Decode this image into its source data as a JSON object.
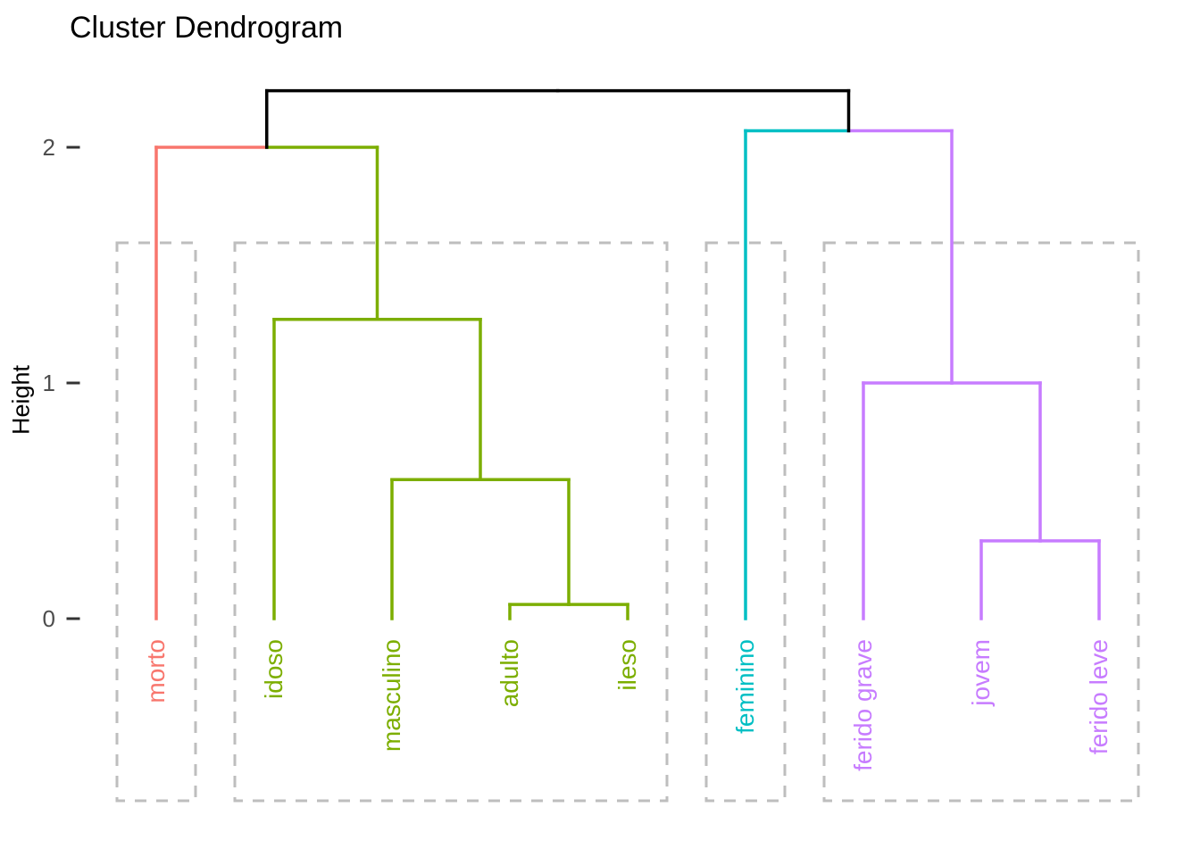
{
  "figure": {
    "background": "#FFFFFF"
  },
  "chart_data": {
    "type": "dendrogram",
    "title": "Cluster Dendrogram",
    "ylabel": "Height",
    "xlabel": "",
    "yticks": [
      0,
      1,
      2
    ],
    "ylim": [
      0,
      2.24
    ],
    "grid": false,
    "legend": null,
    "leaves": [
      "morto",
      "idoso",
      "masculino",
      "adulto",
      "ileso",
      "feminino",
      "ferido grave",
      "jovem",
      "ferido leve"
    ],
    "clusters": [
      {
        "name": "cluster-1",
        "color": "#F8766D",
        "leaves": [
          "morto"
        ]
      },
      {
        "name": "cluster-2",
        "color": "#7CAE00",
        "leaves": [
          "idoso",
          "masculino",
          "adulto",
          "ileso"
        ]
      },
      {
        "name": "cluster-3",
        "color": "#00BFC4",
        "leaves": [
          "feminino"
        ]
      },
      {
        "name": "cluster-4",
        "color": "#C77CFF",
        "leaves": [
          "ferido grave",
          "jovem",
          "ferido leve"
        ]
      }
    ],
    "merges": [
      {
        "id": "n1",
        "a": "adulto",
        "b": "ileso",
        "height": 0.06
      },
      {
        "id": "n2",
        "a": "masculino",
        "b": "n1",
        "height": 0.59
      },
      {
        "id": "n3",
        "a": "idoso",
        "b": "n2",
        "height": 1.27
      },
      {
        "id": "n4",
        "a": "morto",
        "b": "n3",
        "height": 2.0
      },
      {
        "id": "n5",
        "a": "jovem",
        "b": "ferido leve",
        "height": 0.33
      },
      {
        "id": "n6",
        "a": "ferido grave",
        "b": "n5",
        "height": 1.0
      },
      {
        "id": "n7",
        "a": "feminino",
        "b": "n6",
        "height": 2.07
      },
      {
        "id": "root",
        "a": "n4",
        "b": "n7",
        "height": 2.24
      }
    ],
    "cluster_boxes": {
      "shown": true,
      "count": 4,
      "style": "dashed"
    },
    "colors": {
      "unclustered_branch": "#000000",
      "cluster_box_border": "#BEBEBE",
      "axis_tick_text": "#4D4D4D",
      "axis_tick_mark": "#333333",
      "title_text": "#000000",
      "axis_title_text": "#000000"
    }
  }
}
